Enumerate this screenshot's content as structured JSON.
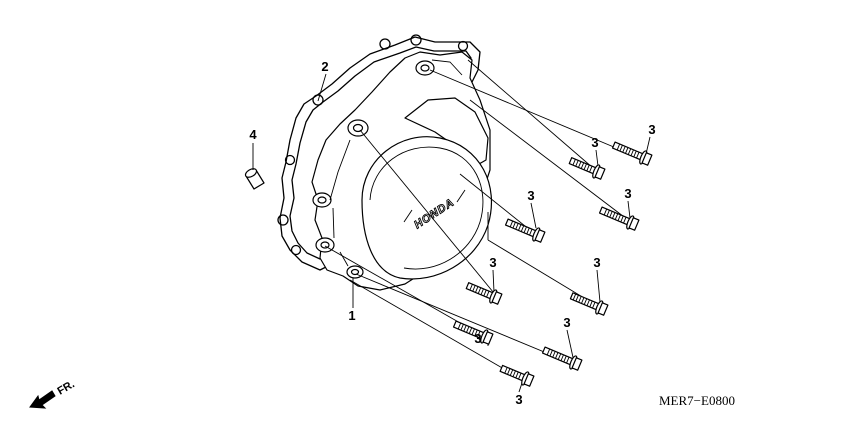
{
  "diagram": {
    "drawing_code": "MER7−E0800",
    "brand_mark": "HONDA",
    "direction_label": "FR.",
    "parts": [
      {
        "ref": "1",
        "part": "cover"
      },
      {
        "ref": "2",
        "part": "gasket"
      },
      {
        "ref": "3",
        "part": "bolt"
      },
      {
        "ref": "4",
        "part": "dowel-pin"
      }
    ]
  },
  "callouts": {
    "c1": "1",
    "c2": "2",
    "c4": "4",
    "bolts": [
      "3",
      "3",
      "3",
      "3",
      "3",
      "3",
      "3",
      "3",
      "3"
    ]
  }
}
